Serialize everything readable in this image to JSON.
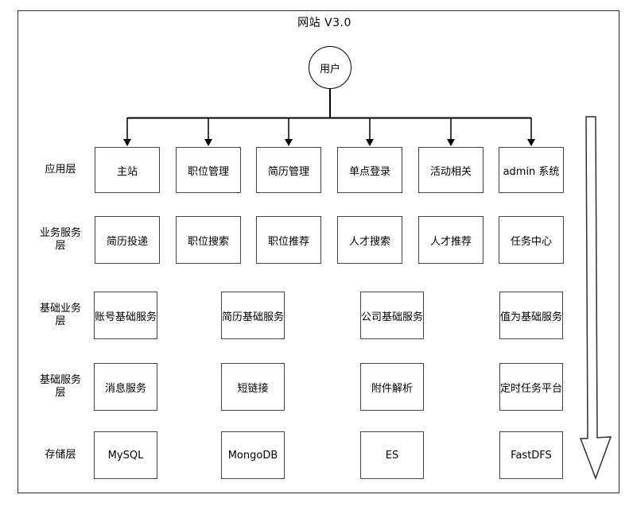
{
  "title": "网站  V3.0",
  "user_node": {
    "label": "用户"
  },
  "layers": [
    {
      "label": "应用层",
      "nodes": [
        "主站",
        "职位管理",
        "简历管理",
        "单点登录",
        "活动相关",
        "admin 系统"
      ]
    },
    {
      "label": "业务服务层",
      "nodes": [
        "简历投递",
        "职位搜索",
        "职位推荐",
        "人才搜索",
        "人才推荐",
        "任务中心"
      ]
    },
    {
      "label": "基础业务层",
      "nodes": [
        "账号基础服务",
        "简历基础服务",
        "公司基础服务",
        "值为基础服务"
      ]
    },
    {
      "label": "基础服务层",
      "nodes": [
        "消息服务",
        "短链接",
        "附件解析",
        "定时任务平台"
      ]
    },
    {
      "label": "存储层",
      "nodes": [
        "MySQL",
        "MongoDB",
        "ES",
        "FastDFS"
      ]
    }
  ],
  "colors": {
    "line": "#000000",
    "box_border": "#454545",
    "frame_border": "#2e2e2e",
    "text": "#000000",
    "background": "#ffffff"
  }
}
